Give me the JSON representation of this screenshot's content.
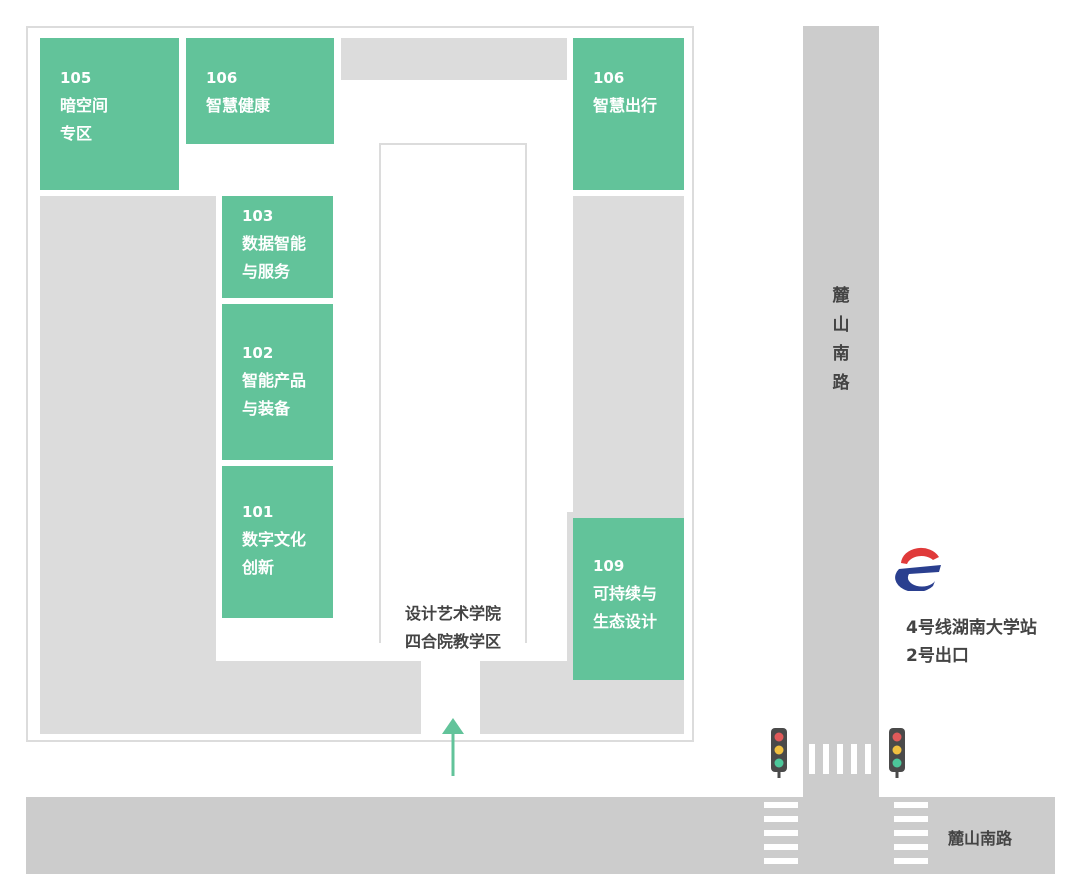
{
  "zones": {
    "z105": {
      "num": "105",
      "line1": "暗空间",
      "line2": "专区"
    },
    "z106a": {
      "num": "106",
      "line1": "智慧健康"
    },
    "z106b": {
      "num": "106",
      "line1": "智慧出行"
    },
    "z103": {
      "num": "103",
      "line1": "数据智能",
      "line2": "与服务"
    },
    "z102": {
      "num": "102",
      "line1": "智能产品",
      "line2": "与装备"
    },
    "z101": {
      "num": "101",
      "line1": "数字文化",
      "line2": "创新"
    },
    "z109": {
      "num": "109",
      "line1": "可持续与",
      "line2": "生态设计"
    }
  },
  "center": {
    "line1": "设计艺术学院",
    "line2": "四合院教学区"
  },
  "roads": {
    "vertical": [
      "麓",
      "山",
      "南",
      "路"
    ],
    "horizontal": "麓山南路"
  },
  "metro": {
    "line1": "4号线湖南大学站",
    "line2": "2号出口"
  },
  "colors": {
    "zone_green": "#62c39a",
    "building_gray": "#dcdcdc",
    "road_gray": "#cccccc",
    "metro_red": "#e03a3a",
    "metro_blue": "#2a3f8f"
  }
}
